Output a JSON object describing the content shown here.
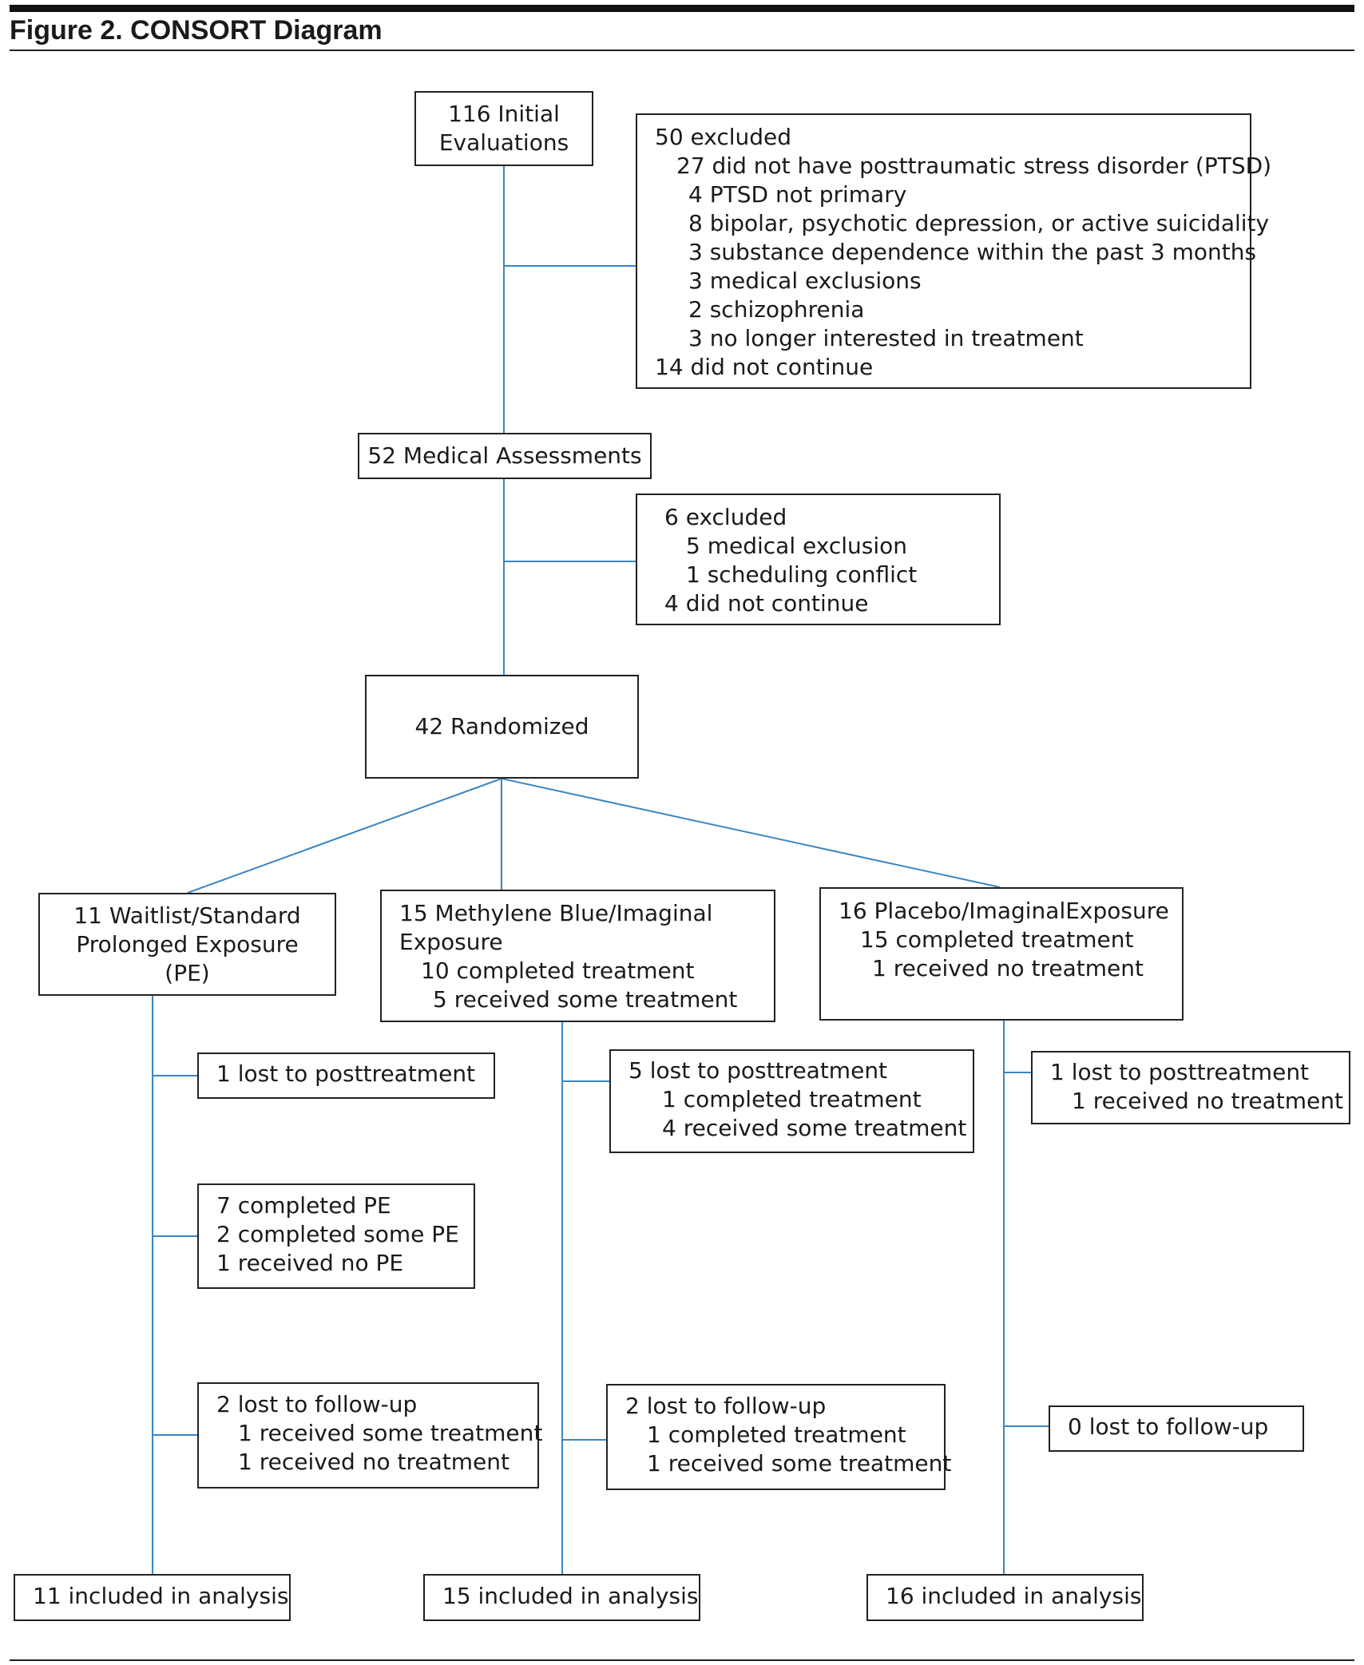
{
  "figure": {
    "title": "Figure 2. CONSORT Diagram"
  },
  "colors": {
    "connector": "#3b86c4",
    "border": "#222222"
  },
  "enrollment": {
    "initial": {
      "lines": [
        "116 Initial",
        "Evaluations"
      ]
    },
    "excluded_1": {
      "header": "50 excluded",
      "lines": [
        "27 did not have posttraumatic stress disorder (PTSD)",
        "4 PTSD not primary",
        "8 bipolar, psychotic depression, or active suicidality",
        "3 substance dependence within the past 3 months",
        "3 medical exclusions",
        "2 schizophrenia",
        "3 no longer interested in treatment"
      ],
      "footer": "14 did not continue"
    },
    "medical": "52 Medical Assessments",
    "excluded_2": {
      "header": "6 excluded",
      "lines": [
        "5 medical exclusion",
        "1 scheduling conflict"
      ],
      "footer": "4 did not continue"
    },
    "randomized": "42 Randomized"
  },
  "arms": [
    {
      "allocation": [
        "11 Waitlist/Standard",
        "Prolonged Exposure",
        "(PE)"
      ],
      "posttreatment": [
        "1 lost to posttreatment"
      ],
      "treatment_summary": [
        "7 completed PE",
        "2 completed some PE",
        "1 received no PE"
      ],
      "followup": [
        "2 lost to follow-up",
        "1 received some treatment",
        "1 received no treatment"
      ],
      "analysis": "11 included in analysis"
    },
    {
      "allocation": [
        "15 Methylene Blue/Imaginal",
        "Exposure",
        "10 completed treatment",
        "5 received some treatment"
      ],
      "posttreatment": [
        "5 lost to posttreatment",
        "1 completed treatment",
        "4 received some treatment"
      ],
      "followup": [
        "2 lost to follow-up",
        "1 completed treatment",
        "1 received some treatment"
      ],
      "analysis": "15 included in analysis"
    },
    {
      "allocation": [
        "16 Placebo/ImaginalExposure",
        "15 completed treatment",
        "1 received no treatment"
      ],
      "posttreatment": [
        "1 lost to posttreatment",
        "1 received no treatment"
      ],
      "followup": [
        "0 lost to follow-up"
      ],
      "analysis": "16 included in analysis"
    }
  ]
}
